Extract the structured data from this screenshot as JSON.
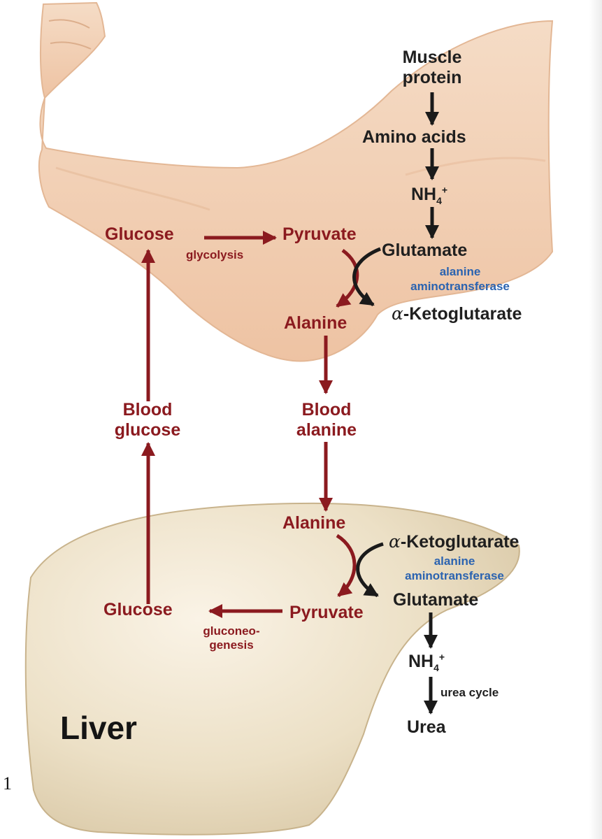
{
  "muscle": {
    "protein": [
      "Muscle",
      "protein"
    ],
    "amino_acids": "Amino acids",
    "ammonium": {
      "base": "NH",
      "sub": "4",
      "sup": "+"
    },
    "glucose": "Glucose",
    "glycolysis": "glycolysis",
    "pyruvate": "Pyruvate",
    "glutamate": "Glutamate",
    "enzyme": [
      "alanine",
      "aminotransferase"
    ],
    "alanine": "Alanine",
    "ketoglutarate": {
      "greek": "α",
      "text": "-Ketoglutarate"
    }
  },
  "blood": {
    "glucose": [
      "Blood",
      "glucose"
    ],
    "alanine": [
      "Blood",
      "alanine"
    ]
  },
  "liver": {
    "title": "Liver",
    "alanine": "Alanine",
    "ketoglutarate": {
      "greek": "α",
      "text": "-Ketoglutarate"
    },
    "enzyme": [
      "alanine",
      "aminotransferase"
    ],
    "glutamate": "Glutamate",
    "pyruvate": "Pyruvate",
    "glucose": "Glucose",
    "gluconeogenesis": [
      "gluconeo-",
      "genesis"
    ],
    "ammonium": {
      "base": "NH",
      "sub": "4",
      "sup": "+"
    },
    "urea_cycle": "urea cycle",
    "urea": "Urea"
  },
  "page_number": "1",
  "colors": {
    "red_text": "#8b1a1f",
    "black_text": "#1f1f1f",
    "blue_text": "#2b63b0",
    "skin": "#f3d3b8",
    "liver": "#ece0c6"
  }
}
